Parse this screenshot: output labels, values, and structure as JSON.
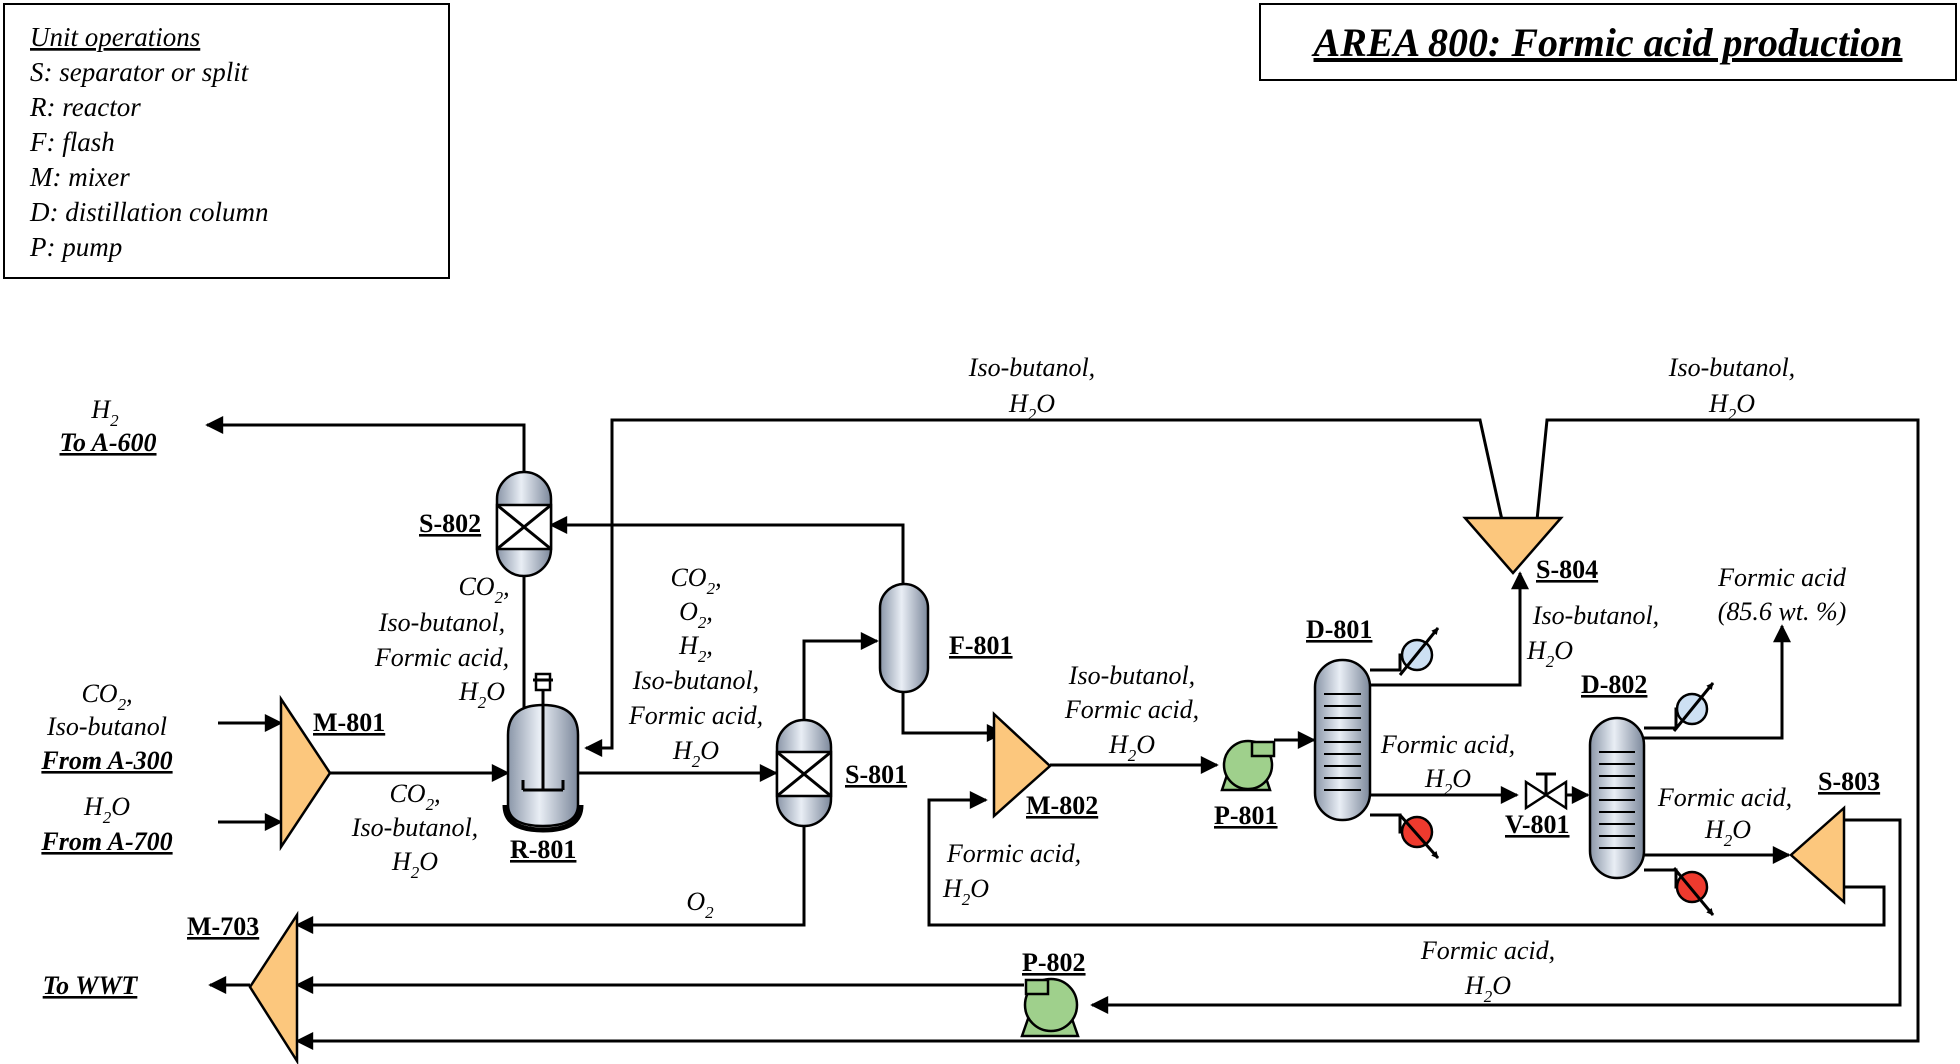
{
  "legend": {
    "heading": "Unit operations",
    "items": [
      "S: separator or split",
      "R: reactor",
      "F: flash",
      "M: mixer",
      "D: distillation column",
      "P: pump"
    ]
  },
  "title": "AREA 800: Formic acid production",
  "units": {
    "S801": "S-801",
    "S802": "S-802",
    "S803": "S-803",
    "S804": "S-804",
    "R801": "R-801",
    "F801": "F-801",
    "M801": "M-801",
    "M802": "M-802",
    "M703": "M-703",
    "D801": "D-801",
    "D802": "D-802",
    "P801": "P-801",
    "P802": "P-802",
    "V801": "V-801"
  },
  "endpoints": {
    "to_a600": "To A-600",
    "from_a300": "From A-300",
    "from_a700": "From A-700",
    "to_wwt": "To WWT"
  },
  "streams": {
    "h2_label": "H",
    "co2_isobutanol_feed": [
      "CO",
      "Iso-butanol"
    ],
    "h2o_feed": "H",
    "m801_out": [
      "CO",
      "Iso-butanol,",
      "H"
    ],
    "s802_bottom": [
      "CO",
      "Iso-butanol,",
      "Formic acid,",
      "H"
    ],
    "r801_out": [
      "CO",
      "O",
      "H",
      "Iso-butanol,",
      "Formic acid,",
      "H"
    ],
    "o2_label": "O",
    "recycle_top_left": [
      "Iso-butanol,",
      "H"
    ],
    "recycle_top_right": [
      "Iso-butanol,",
      "H"
    ],
    "m802_out": [
      "Iso-butanol,",
      "Formic acid,",
      "H"
    ],
    "m802_recycle": [
      "Formic acid,",
      "H"
    ],
    "d801_top": [
      "Iso-butanol,",
      "H"
    ],
    "d801_bottom": [
      "Formic acid,",
      "H"
    ],
    "d802_bottom": [
      "Formic acid,",
      "H"
    ],
    "product": [
      "Formic acid",
      "(85.6 wt. %)"
    ],
    "p802_stream": [
      "Formic acid,",
      "H"
    ]
  }
}
